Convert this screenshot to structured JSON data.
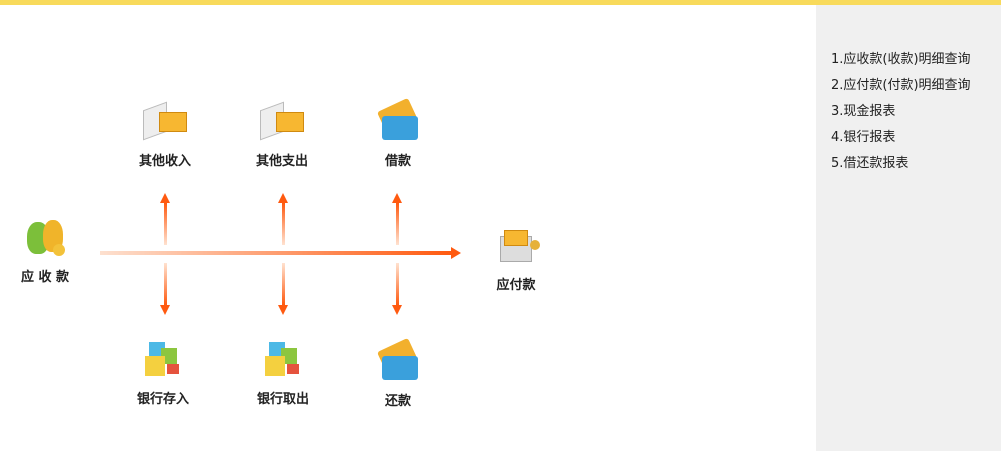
{
  "flow": {
    "receivable": "应 收 款",
    "payable": "应付款",
    "other_income": "其他收入",
    "other_expense": "其他支出",
    "borrow": "借款",
    "bank_deposit": "银行存入",
    "bank_withdraw": "银行取出",
    "repay": "还款"
  },
  "sidebar": {
    "items": [
      "1.应收款(收款)明细查询",
      "2.应付款(付款)明细查询",
      "3.现金报表",
      "4.银行报表",
      "5.借还款报表"
    ]
  },
  "colors": {
    "accent": "#ff5a10",
    "topbar": "#f8da5b",
    "sidebar_bg": "#f0f0f0"
  }
}
